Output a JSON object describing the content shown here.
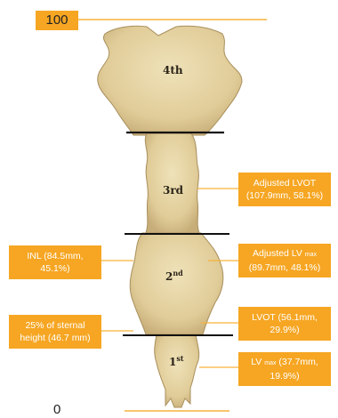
{
  "scale": {
    "top": "100",
    "bottom": "0"
  },
  "segments": {
    "fourth": "4th",
    "third": "3rd",
    "second_base": "2",
    "second_sup": "nd",
    "first_base": "1",
    "first_sup": "st"
  },
  "labels": {
    "adjusted_lvot": {
      "line1": "Adjusted LVOT",
      "line2": "(107.9mm, 58.1%)"
    },
    "adjusted_lvmax": {
      "line1_pre": "Adjusted LV ",
      "line1_sub": "max",
      "line2": "(89.7mm, 48.1%)"
    },
    "inl": {
      "line1": "INL (84.5mm,",
      "line2": "45.1%)"
    },
    "quarter": {
      "line1": "25% of sternal",
      "line2": "height (46.7 mm)"
    },
    "lvot": {
      "line1": "LVOT (56.1mm,",
      "line2": "29.9%)"
    },
    "lvmax": {
      "line1_pre": "LV ",
      "line1_sub": "max",
      "line1_post": " (37.7mm,",
      "line2": "19.9%)"
    }
  },
  "colors": {
    "label_bg": "#f6a623",
    "leader": "#f6b23c",
    "level_line": "#111111",
    "bone": "#e7d7a9",
    "bone_shade": "#c9b27e",
    "bone_dark": "#a98f5c"
  }
}
